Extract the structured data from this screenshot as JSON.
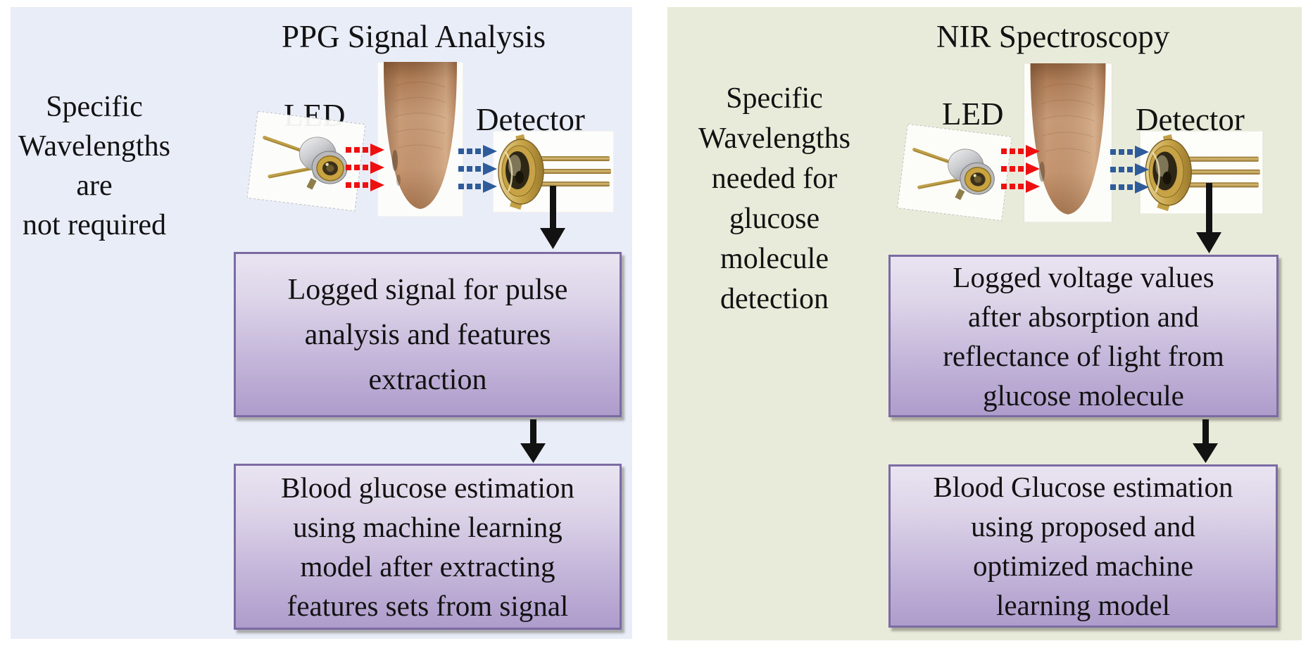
{
  "diagram": {
    "panels": [
      {
        "title": "PPG Signal Analysis",
        "note_lines": [
          "Specific",
          "Wavelengths are",
          "not required"
        ],
        "led_label": "LED",
        "detector_label": "Detector",
        "flow_boxes": [
          {
            "lines": [
              "Logged signal for pulse",
              "analysis and features",
              "extraction"
            ]
          },
          {
            "lines": [
              "Blood glucose estimation",
              "using machine learning",
              "model after extracting",
              "features sets from signal"
            ]
          }
        ]
      },
      {
        "title": "NIR Spectroscopy",
        "note_lines": [
          "Specific",
          "Wavelengths",
          "needed for glucose",
          "molecule detection"
        ],
        "led_label": "LED",
        "detector_label": "Detector",
        "flow_boxes": [
          {
            "lines": [
              "Logged voltage values",
              "after absorption and",
              "reflectance of light from",
              "glucose molecule"
            ]
          },
          {
            "lines": [
              "Blood Glucose estimation",
              "using proposed and",
              "optimized machine",
              "learning model"
            ]
          }
        ]
      }
    ],
    "colors": {
      "left_panel_bg": "#E9EDF8",
      "right_panel_bg": "#E9EBDA",
      "box_border": "#7B6BA3",
      "box_gradient_top": "#E9E4F1",
      "box_gradient_bottom": "#AE9CCB",
      "led_beam_red": "#EE1010",
      "detector_beam_blue": "#2E5B9A",
      "flow_arrow_black": "#121212",
      "text_color": "#121212"
    }
  }
}
